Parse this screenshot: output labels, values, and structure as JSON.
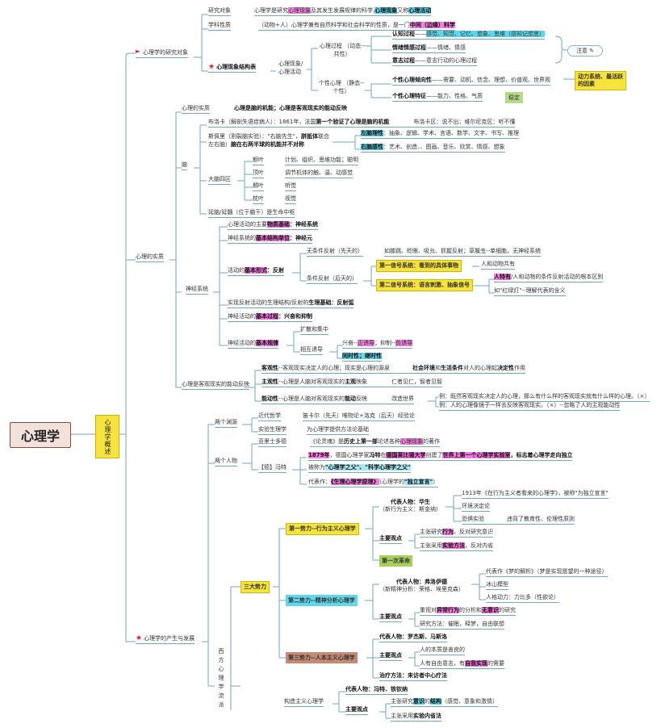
{
  "root": {
    "title": "心理学"
  },
  "overview": {
    "label": "心理学概述"
  },
  "research": {
    "title": "心理学的研究对象",
    "object_label": "研究对象",
    "object_a": "心理学是研究",
    "object_b": "心理现象",
    "object_c": "及其发生发展规律的科学,",
    "object_d": "心理现象",
    "object_e": "又称",
    "object_f": "心理活动",
    "nature_label": "学科性质",
    "nature_a": "（动物+人）心理学兼有自然科学和社会科学的性质，是一门",
    "nature_b": "中间（边缘）科学",
    "structure_title": "心理现象结构表",
    "phenomena": "心理现象/ 心理活动",
    "process": "心理过程 （动态--共性）",
    "cog_a": "认知过程",
    "cog_b": "——",
    "cog_c": "感觉、",
    "cog_d": "知觉、",
    "cog_e": "记忆、",
    "cog_f": "想象、",
    "cog_g": "思维（感知记想思）",
    "emo_a": "情绪情感过程",
    "emo_b": "——情绪、情感",
    "will_a": "意志过程",
    "will_b": "——意志行动的心理过程",
    "personality": "个性心理 （静态--个性）",
    "tend_a": "个性心理倾向性",
    "tend_b": "——需要、动机、信念、理想、价值观、世界观",
    "trait_a": "个性心理特征",
    "trait_b": "——能力、性格、气质",
    "dyn_box": "动力系统、最活跃的因素",
    "stable_box": "稳定",
    "note": "注意"
  },
  "essence": {
    "title": "心理的实质",
    "sub1": "心理的实质",
    "sub1_text": "心理是脑的机能；心理是客观现实的能动反映",
    "brain_label": "脑",
    "broca_a": "布洛卡（解剖失语症病人）：1861年，法国",
    "broca_b": "第一个验证了心理是脑的机能",
    "broca_c": "布洛卡区：说不出；维尔尼克区：听不懂",
    "sperry_a": "斯佩里（割裂脑实验）：\"右脑先生\"，",
    "sperry_b": "胼胝体",
    "sperry_c": "联合",
    "sperry_d": "左右脑）",
    "sperry_e": "脑在右两半球的机能并不对称",
    "left_a": "左脑理性",
    "left_b": "：抽象、逻辑、学术、言语、数学、文字、书写、推理",
    "right_a": "右脑感性",
    "right_b": "：艺术、创造、、图画、音乐、欣赏、情感、想象",
    "lobes_label": "大脑四区",
    "lobe1": "额叶",
    "lobe1_d": "计划、组织、思维功能；聪明",
    "lobe2": "顶叶",
    "lobe2_d": "调节机体的触、温、动感觉",
    "lobe3": "颞叶",
    "lobe3_d": "听觉",
    "lobe4": "枕叶",
    "lobe4_d": "视觉",
    "stem": "延脑/延髓（位于脑干）是生命中枢",
    "ns_label": "神经系统",
    "ns1_a": "心理活动的主要",
    "ns1_b": "物质基础",
    "ns1_c": "：神经系统",
    "ns2_a": "神经系统的",
    "ns2_b": "基本结构单位",
    "ns2_c": "：神经元",
    "ns3_a": "活动的",
    "ns3_b": "基本形式",
    "ns3_c": "：反射",
    "uncond": "无条件反射（先天的）",
    "uncond_d": "如膝跳、眨眼、吸允、抓握反射；草履虫--单细胞，无神经系统",
    "cond": "条件反射（后天的）",
    "sig1": "第一信号系统：看到的具体事物",
    "sig1_d": "人和动物共有",
    "sig2": "第二信号系统：语言刺激、抽象信号",
    "sig2_a": "人特有",
    "sig2_b": "/人和动物的条件反射活动的根本区别",
    "sig2_c": "如\"红绿灯\"--理解代表的含义",
    "ns4_a": "实现反射活动的生理结构/反射的",
    "ns4_b": "生理基础",
    "ns4_c": "：反射弧",
    "ns5_a": "神经活动的",
    "ns5_b": "基本过程",
    "ns5_c": "：兴奋和抑制",
    "ns6_a": "神经活动的",
    "ns6_b": "基本规律",
    "rule1": "扩散和集中",
    "rule2": "相互诱导",
    "ind_a": "兴奋--",
    "ind_b": "正诱导",
    "ind_c": "；抑制--",
    "ind_d": "负诱导",
    "ind_e": "同时性；继时性",
    "react_label": "心理是客观现实的能动反映",
    "obj_a": "客观性",
    "obj_b": "--客观现实决定人的心理；现实是心理的源泉",
    "obj_c": "社会环境",
    "obj_d": "和",
    "obj_e": "生活条件",
    "obj_f": "对人的心理起",
    "obj_g": "决定性",
    "obj_h": "作用",
    "sub_a": "主观性",
    "sub_b": "--心理是人脑对客观现实的",
    "sub_c": "主观",
    "sub_d": "映象",
    "sub_e": "仁者见仁，智者见智",
    "act_a": "能动性",
    "act_b": "--心理是人脑对客观现实的",
    "act_c": "能动",
    "act_d": "反映",
    "act_e": "改造世界",
    "ex1": "例：既然客观现实决定人的心理，那么有什么样的客观现实就有什么样的心理。（×）",
    "ex2": "例：人的心理像镜子一样去反映客观现实。（×）--忽略了人的主观能动性"
  },
  "history": {
    "title": "心理学的产生与发展",
    "sources": "两个渊源",
    "src1": "近代哲学",
    "src1_d": "笛卡尔（先天）唯物论+洛克（后天）经验论",
    "src2": "实验生理学",
    "src2_d": "为心理学提供方法论基础",
    "people": "两个人物",
    "aris": "亚里士多德",
    "aris_a": "《论灵魂》",
    "aris_b": "是",
    "aris_c": "历史上第一部",
    "aris_d": "论述各种",
    "aris_e": "心理现象",
    "aris_f": "的著作",
    "wundt": "【德】冯特",
    "w1_a": "1879年",
    "w1_b": "，德国心理学家",
    "w1_c": "冯特",
    "w1_d": "在",
    "w1_e": "德国莱比锡大学",
    "w1_f": "创建了",
    "w1_g": "世界上第一个心理学实验室",
    "w1_h": "，标志着心理学走向独立",
    "w2_a": "被称为",
    "w2_b": "\"心理学之父\"、\"科学心理学之父\"",
    "w3_a": "代表作：",
    "w3_b": "《生理心理学原理》",
    "w3_c": "（心理学的",
    "w3_d": "\"独立宣言\"",
    "w3_e": "）",
    "western": "西方心理学流派",
    "three": "三大势力",
    "f1": "第一势力--行为主义心理学",
    "f1_rep": "代表人物：华生",
    "f1_new": "（新行为主义：斯金纳）",
    "f1_book": "1913年《在行为主义者看来的心理学》，被称\"为独立宣言\"",
    "f1_env": "环境决定论",
    "f1_fear": "恐惧实验",
    "f1_fear_d": "违背了教育性、伦理性原则",
    "f1_main": "主要观点",
    "f1_v1_a": "主张研究",
    "f1_v1_b": "行为",
    "f1_v1_c": "，反对研究意识",
    "f1_v2_a": "主张采用",
    "f1_v2_b": "实验方法",
    "f1_v2_c": "，反对内省",
    "f1_rev": "第一次革命",
    "f2": "第二势力--精神分析心理学",
    "f2_rep": "代表人物：弗洛伊德",
    "f2_new": "（新精神分析：荣格、埃里克森）",
    "f2_d1": "代表作《梦的解析》（梦是实现愿望的一种途径）",
    "f2_d2": "冰山模型",
    "f2_d3": "人格动力：力比多（性欲论）",
    "f2_main": "主要观点",
    "f2_v1_a": "重视对",
    "f2_v1_b": "异常行为",
    "f2_v1_c": "的分析和",
    "f2_v1_d": "无意识",
    "f2_v1_e": "的研究",
    "f2_v2": "研究方法：催眠，释梦，自由联想",
    "f3": "第三势力--人本主义心理学",
    "f3_rep": "代表人物：罗杰斯、马斯洛",
    "f3_main": "主要观点",
    "f3_v1": "人的本质是善良的",
    "f3_v2_a": "人有自由意志，有",
    "f3_v2_b": "自我实现",
    "f3_v2_c": "的需要",
    "f3_therapy": "治疗方法：来访者中心疗法",
    "struct": "构造主义心理学",
    "s_rep": "代表人物：冯特、铁钦纳",
    "s_main": "主要观点",
    "s_v1_a": "主张研究",
    "s_v1_b": "意识",
    "s_v1_c": "的",
    "s_v1_d": "结构",
    "s_v1_e": "（感觉、意象和激情）",
    "s_v2_a": "主张采用",
    "s_v2_b": "实验内省法"
  },
  "colors": {
    "highlight_pink": "#f57be0",
    "highlight_cyan": "#5ed7ea",
    "highlight_yellow": "#f6e33d",
    "highlight_green": "#a7cf5a"
  }
}
